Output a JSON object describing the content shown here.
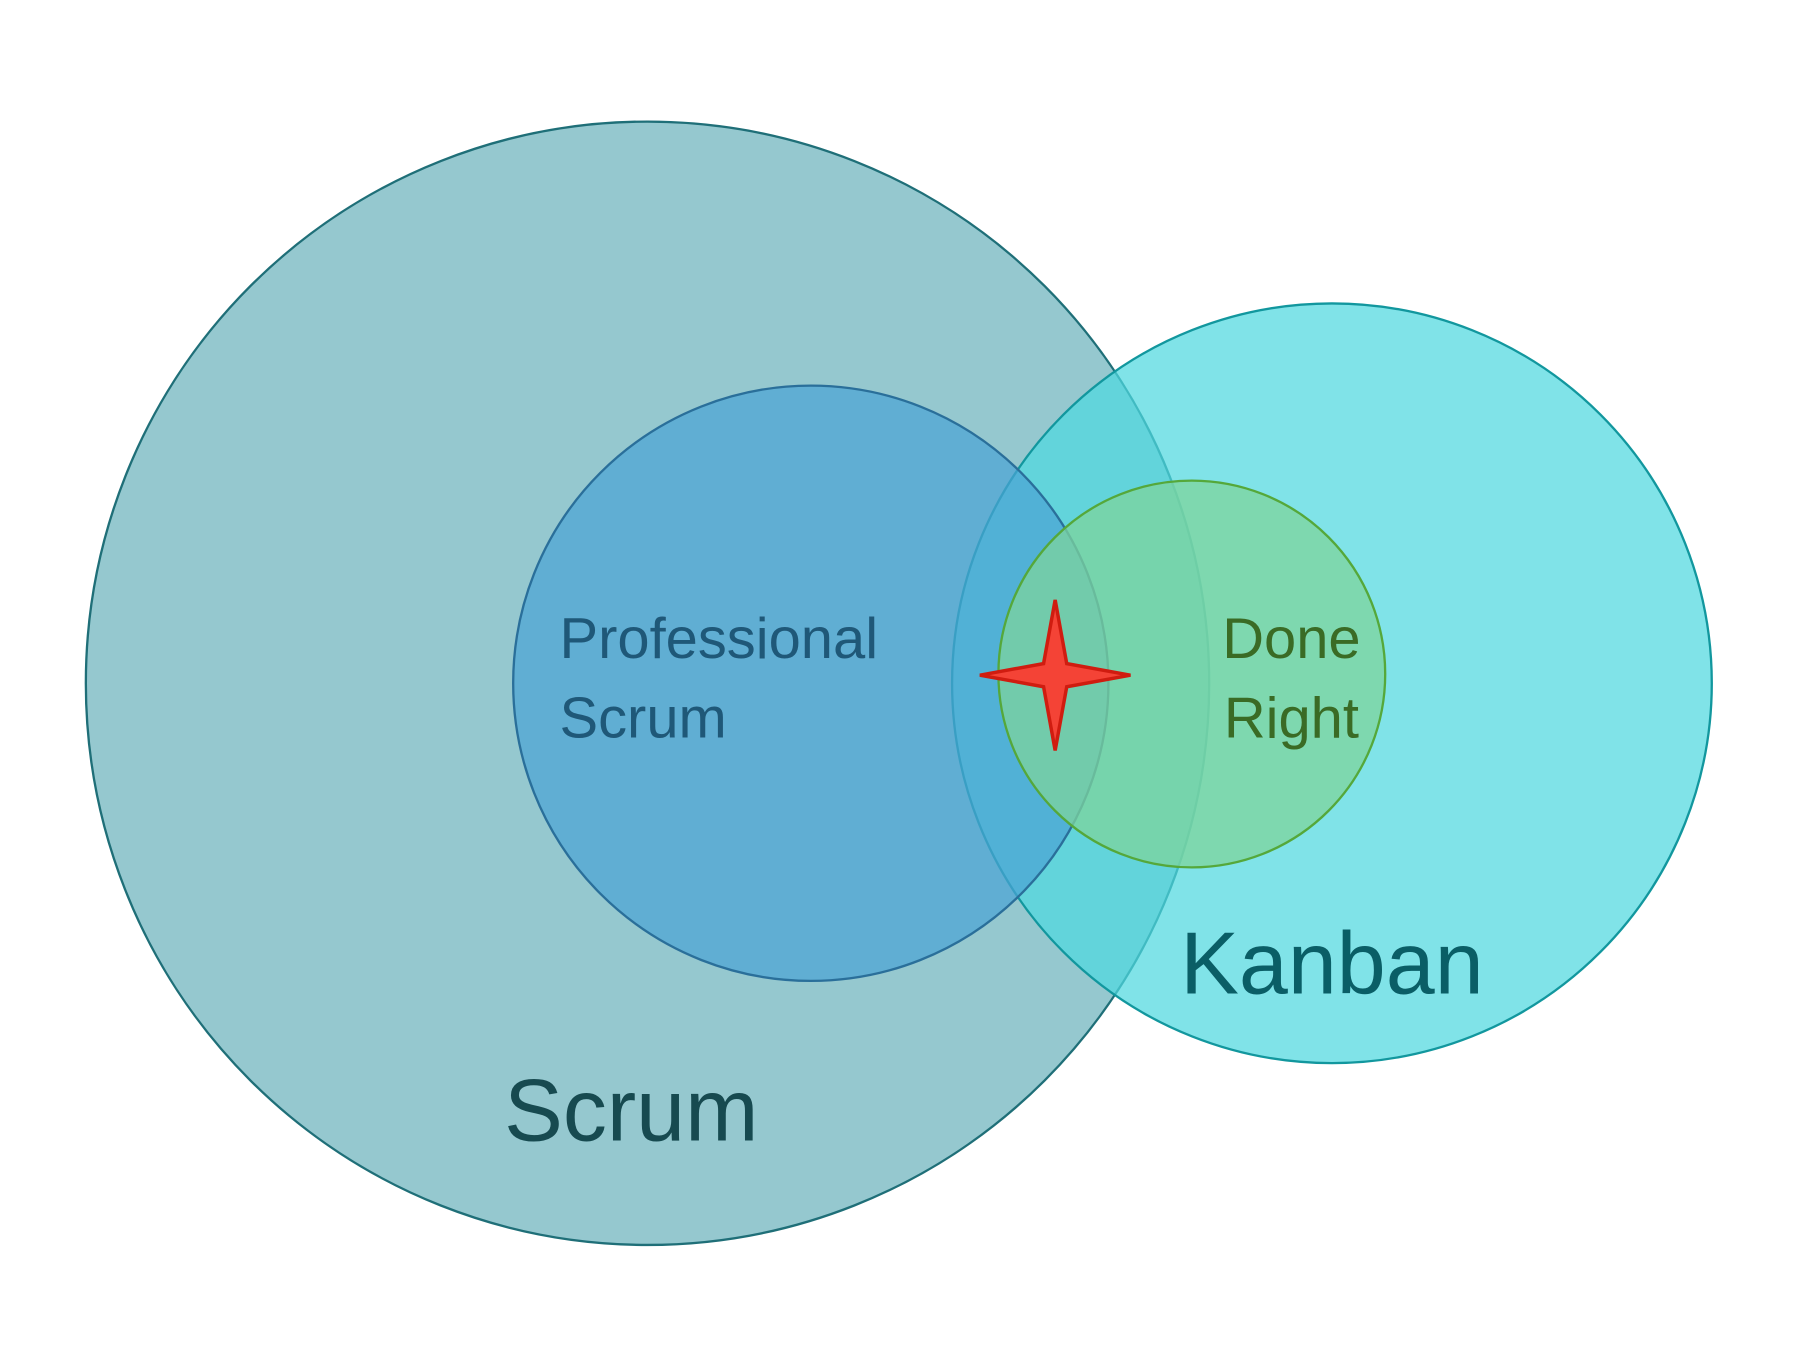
{
  "diagram": {
    "sets": [
      {
        "id": "scrum",
        "label": "Scrum",
        "fill": "#95c8cf",
        "stroke": "#1f6f78",
        "text_color": "#174a50"
      },
      {
        "id": "kanban",
        "label": "Kanban",
        "fill": "#5fd8dd",
        "stroke": "#12979e",
        "text_color": "#0a5e66"
      },
      {
        "id": "professional-scrum",
        "label_lines": [
          "Professional",
          "Scrum"
        ],
        "fill": "#4fa3d0",
        "stroke": "#2a6f9a",
        "text_color": "#1f5878"
      },
      {
        "id": "done-right",
        "label_lines": [
          "Done",
          "Right"
        ],
        "fill": "#7dd49c",
        "stroke": "#55a83a",
        "text_color": "#3a6b25"
      }
    ],
    "marker": {
      "icon": "four-point-star-icon",
      "fill": "#f44336",
      "stroke": "#d01c10"
    }
  }
}
